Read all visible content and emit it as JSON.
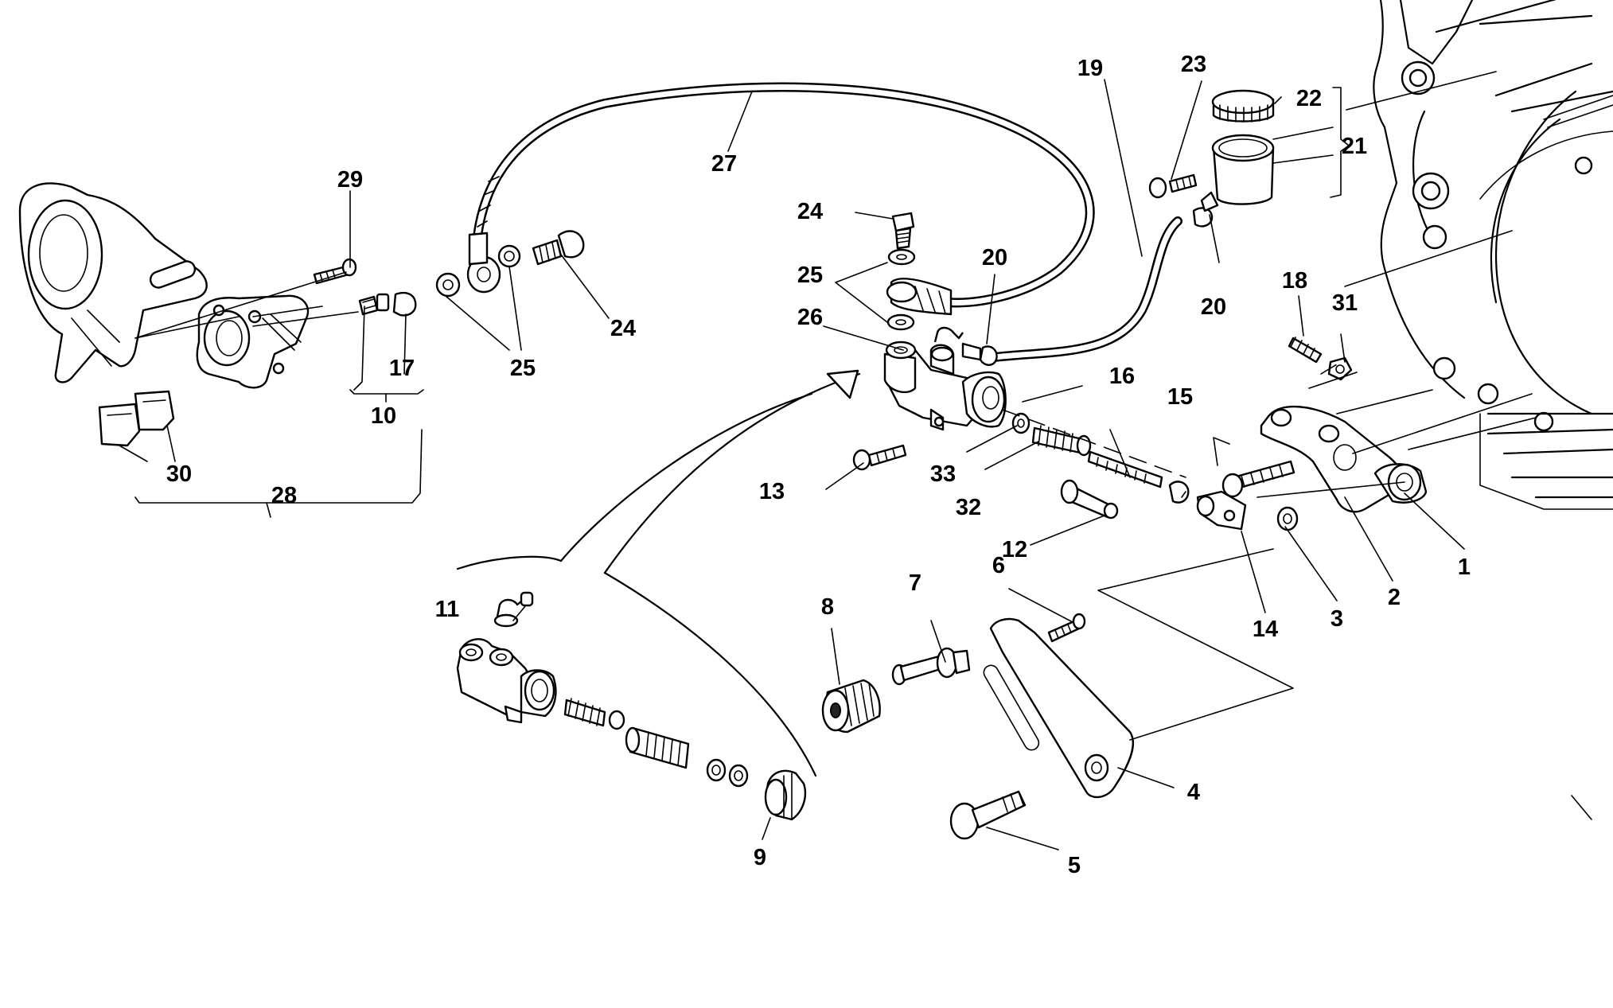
{
  "callouts": [
    "1",
    "2",
    "3",
    "4",
    "5",
    "6",
    "7",
    "8",
    "9",
    "10",
    "11",
    "12",
    "13",
    "14",
    "15",
    "16",
    "17",
    "18",
    "19",
    "20",
    "20",
    "21",
    "22",
    "23",
    "24",
    "24",
    "25",
    "25",
    "26",
    "27",
    "28",
    "29",
    "30",
    "31",
    "32",
    "33"
  ]
}
